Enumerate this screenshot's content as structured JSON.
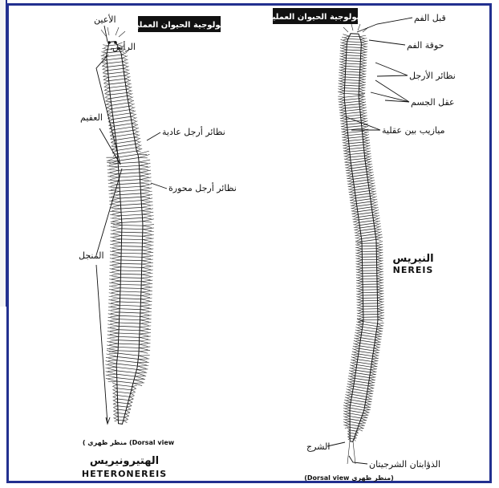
{
  "left_figure": {
    "header": "بيولوجية الحيوان العملية",
    "labels": {
      "eyes": "الأعين",
      "head": "الرأس",
      "atoke": "العقيم",
      "normal_parapodia": "نظائر أرجل عادية",
      "modified_parapodia": "نظائر أرجل محورة",
      "epitoke": "المنجل"
    },
    "view": "( منظر ظهري (Dorsal view",
    "title_ar": "الهتيرونيريس",
    "title_en": "HETERONEREIS"
  },
  "right_figure": {
    "header": "بيولوجية الحيوان العملية",
    "labels": {
      "prostomium": "قبل الفم",
      "peristomium": "حوقة الفم",
      "parapodia": "نظائر الأرجل",
      "segments": "عقل الجسم",
      "intersegmental_grooves": "ميازيب بين عقلية",
      "anus": "الشرج",
      "anal_cirri": "الذؤابتان الشرجيتان"
    },
    "view": "(Dorsal view منظر ظهري)",
    "title_ar": "النيريس",
    "title_en": "NEREIS"
  },
  "colors": {
    "frame": "#22308f",
    "ink": "#111111",
    "header_bg": "#111111"
  }
}
